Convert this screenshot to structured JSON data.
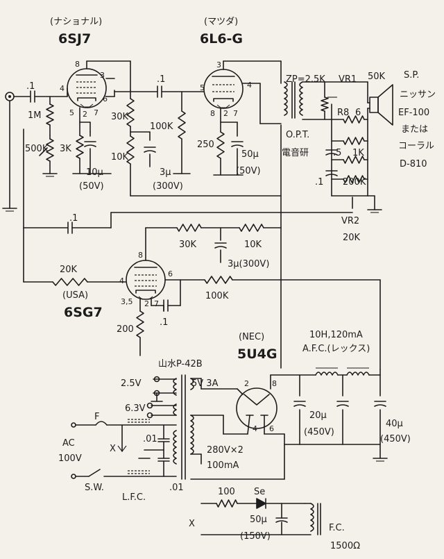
{
  "tubes": {
    "v1": {
      "maker": "(ナショナル)",
      "name": "6SJ7",
      "pins": [
        "8",
        "3",
        "4",
        "6",
        "5",
        "2",
        "7"
      ]
    },
    "v2": {
      "maker": "(マツダ)",
      "name": "6L6-G",
      "pins": [
        "3",
        "5",
        "4",
        "8",
        "2",
        "7"
      ]
    },
    "v3": {
      "maker": "(USA)",
      "name": "6SG7",
      "pins": [
        "8",
        "4",
        "6",
        "3,5",
        "2",
        "7"
      ]
    },
    "rect": {
      "maker": "(NEC)",
      "name": "5U4G",
      "pins": [
        "2",
        "8",
        "4",
        "6"
      ]
    }
  },
  "input": {
    "cap": ".1",
    "r_grid": "1M",
    "vol": "500K"
  },
  "stage1": {
    "r_cath": "3K",
    "c_cath": "10μ",
    "c_cath_v": "(50V)"
  },
  "coupling": {
    "cap": ".1",
    "r_plate": "30K",
    "r_grid": "100K",
    "r_dec": "10K",
    "c_dec": "3μ",
    "c_dec_v": "(300V)"
  },
  "stage2": {
    "r_cath": "250",
    "c_cath": "50μ",
    "c_cath_v": "(50V)"
  },
  "output": {
    "zp": "ZP=2.5K",
    "vr1": "VR1",
    "vr1_val": "50K",
    "sp": [
      "S.P.",
      "ニッサン",
      "EF-100",
      "または",
      "コーラル",
      "D-810"
    ],
    "r8": "R8",
    "r8_val": "6",
    "opt": "O.P.T.",
    "opt_mfr": "電音研",
    "c_5": ".5",
    "r_1k": "1K",
    "c_1": ".1",
    "r_200k": "200K",
    "vr2": "VR2",
    "vr2_val": "20K"
  },
  "nfb": {
    "cap": ".1",
    "r_30k": "30K",
    "r_10k": "10K",
    "c_3u": "3μ(300V)",
    "r_20k": "20K",
    "r_100k": "100K",
    "r_200": "200",
    "c_1": ".1"
  },
  "power": {
    "transformer": "山水P-42B",
    "heater_25": "2.5V",
    "heater_63": "6.3V",
    "rect_heater": "5V 3A",
    "hv": "280V×2",
    "hv_i": "100mA",
    "choke": "10H,120mA",
    "choke_mfr": "A.F.C.(レックス)",
    "c1": "20μ",
    "c1_v": "(450V)",
    "c2": "40μ",
    "c2_v": "(450V)",
    "fuse": "F",
    "ac": "AC",
    "ac_v": "100V",
    "sw": "S.W.",
    "x": "X",
    "c_01a": ".01",
    "c_01b": ".01",
    "lfc": "L.F.C."
  },
  "field": {
    "x": "X",
    "r": "100",
    "diode": "Se",
    "cap": "50μ",
    "cap_v": "(150V)",
    "fc": "F.C.",
    "fc_r": "1500Ω"
  }
}
